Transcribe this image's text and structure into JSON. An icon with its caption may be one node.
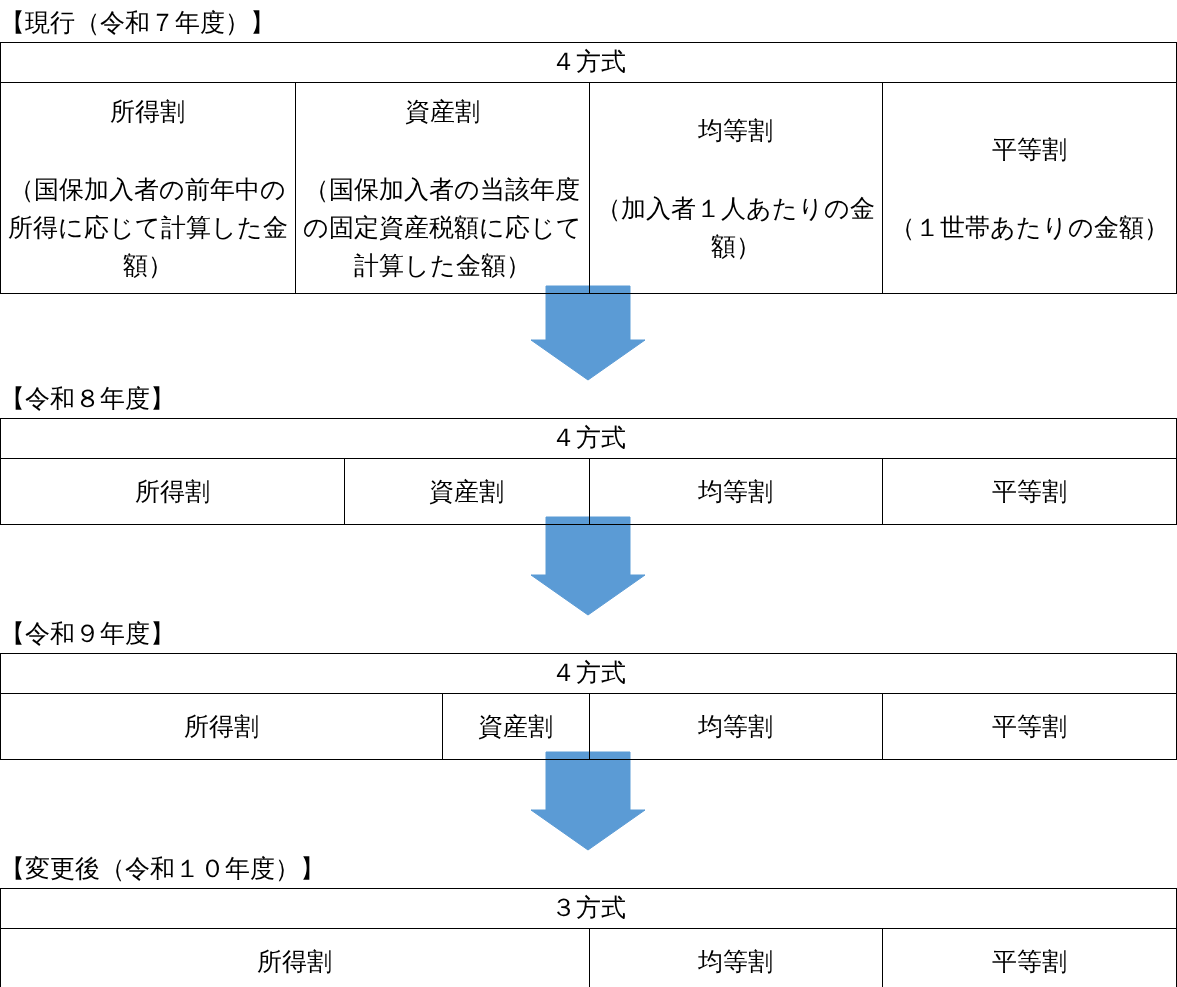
{
  "diagram": {
    "nodes": [
      {
        "text": [
          "【現行（令和７年度）】"
        ]
      },
      {
        "text": [
          "４方式"
        ],
        "in": 0
      },
      {
        "text": [
          "所得割",
          "（国保加入者の前年中の所得に応じて計算した金額）"
        ],
        "in": 0
      },
      {
        "text": [
          "資産割",
          "（国保加入者の当該年度の固定資産税額に応じて計算した金額）"
        ],
        "in": 0
      },
      {
        "text": [
          "均等割",
          "（加入者１人あたりの金額）"
        ],
        "in": 0
      },
      {
        "text": [
          "平等割",
          "（１世帯あたりの金額）"
        ],
        "in": 0
      },
      {
        "text": [
          "【令和８年度】"
        ]
      },
      {
        "text": [
          "４方式"
        ],
        "in": 6
      },
      {
        "text": [
          "所得割"
        ],
        "in": 6
      },
      {
        "text": [
          "資産割"
        ],
        "in": 6
      },
      {
        "text": [
          "均等割"
        ],
        "in": 6
      },
      {
        "text": [
          "平等割"
        ],
        "in": 6
      },
      {
        "text": [
          "【令和９年度】"
        ]
      },
      {
        "text": [
          "４方式"
        ],
        "in": 12
      },
      {
        "text": [
          "所得割"
        ],
        "in": 12
      },
      {
        "text": [
          "資産割"
        ],
        "in": 12
      },
      {
        "text": [
          "均等割"
        ],
        "in": 12
      },
      {
        "text": [
          "平等割"
        ],
        "in": 12
      },
      {
        "text": [
          "【変更後（令和１０年度）】"
        ]
      },
      {
        "text": [
          "３方式"
        ],
        "in": 18
      },
      {
        "text": [
          "所得割"
        ],
        "in": 18
      },
      {
        "text": [
          "均等割"
        ],
        "in": 18
      },
      {
        "text": [
          "平等割"
        ],
        "in": 18
      }
    ],
    "edges": [
      {
        "from": 0,
        "to": 6,
        "arrow": "to",
        "style": "thick"
      },
      {
        "from": 6,
        "to": 12,
        "arrow": "to",
        "style": "thick"
      },
      {
        "from": 12,
        "to": 18,
        "arrow": "to",
        "style": "thick"
      }
    ]
  }
}
